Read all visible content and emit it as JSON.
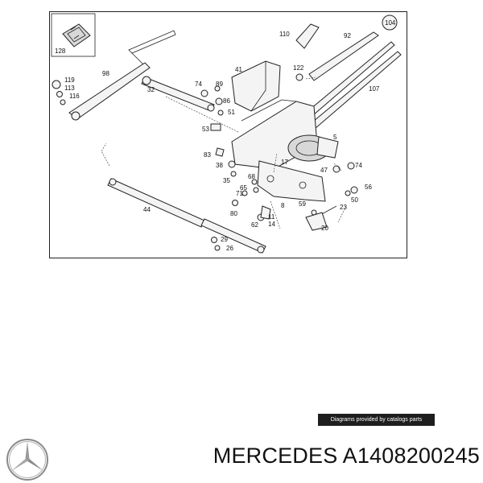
{
  "diagram": {
    "callouts": [
      "128",
      "98",
      "119",
      "113",
      "116",
      "32",
      "74",
      "89",
      "86",
      "51",
      "41",
      "110",
      "92",
      "104",
      "122",
      "107",
      "53",
      "83",
      "5",
      "17",
      "38",
      "35",
      "68",
      "65",
      "71",
      "80",
      "62",
      "8",
      "11",
      "14",
      "47",
      "74",
      "56",
      "50",
      "59",
      "23",
      "20",
      "44",
      "29",
      "26"
    ]
  },
  "credit": "Diagrams provided by catalogs parts",
  "footer": {
    "brand": "MERCEDES",
    "part_number": "A1408200245",
    "logo_icon": "mercedes-star-icon"
  },
  "colors": {
    "ink": "#222222",
    "badge": "#1e1e1e"
  }
}
